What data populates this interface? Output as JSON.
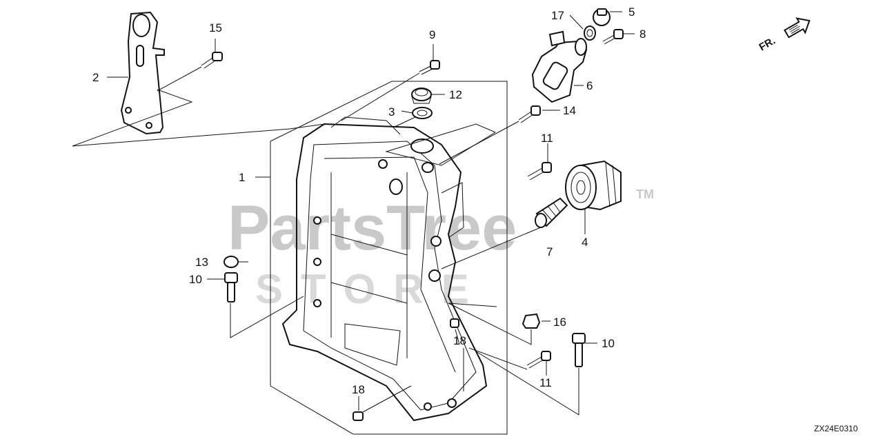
{
  "diagram": {
    "callouts": {
      "c1": "1",
      "c2": "2",
      "c3": "3",
      "c4": "4",
      "c5": "5",
      "c6": "6",
      "c7": "7",
      "c8": "8",
      "c9": "9",
      "c10a": "10",
      "c10b": "10",
      "c11a": "11",
      "c11b": "11",
      "c12": "12",
      "c13": "13",
      "c14": "14",
      "c15": "15",
      "c16": "16",
      "c17": "17",
      "c18a": "18",
      "c18b": "18"
    },
    "front_indicator": "FR.",
    "diagram_code": "ZX24E0310",
    "watermark": {
      "line1": "PartsTree",
      "tm": "TM",
      "line2": "STORE"
    }
  },
  "icons": {
    "front_arrow": "arrow-right-icon"
  }
}
